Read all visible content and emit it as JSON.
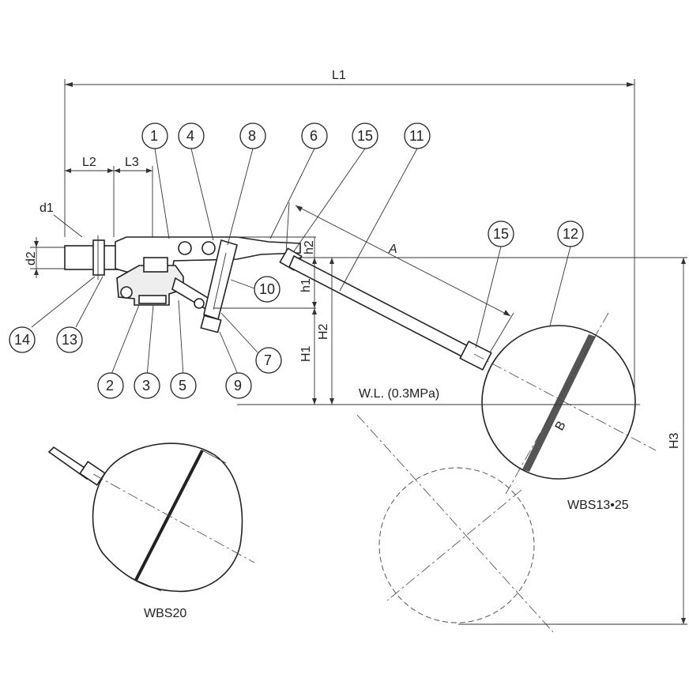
{
  "dimensions": {
    "L1": "L1",
    "L2": "L2",
    "L3": "L3",
    "d1": "d1",
    "d2": "d2",
    "h1": "h1",
    "h2": "h2",
    "H1": "H1",
    "H2": "H2",
    "H3": "H3",
    "A": "A",
    "B": "B"
  },
  "water_level": "W.L. (0.3MPa)",
  "parts": [
    "1",
    "2",
    "3",
    "4",
    "5",
    "6",
    "7",
    "8",
    "9",
    "10",
    "11",
    "12",
    "13",
    "14",
    "15"
  ],
  "models": {
    "main": "WBS13•25",
    "alt": "WBS20"
  }
}
